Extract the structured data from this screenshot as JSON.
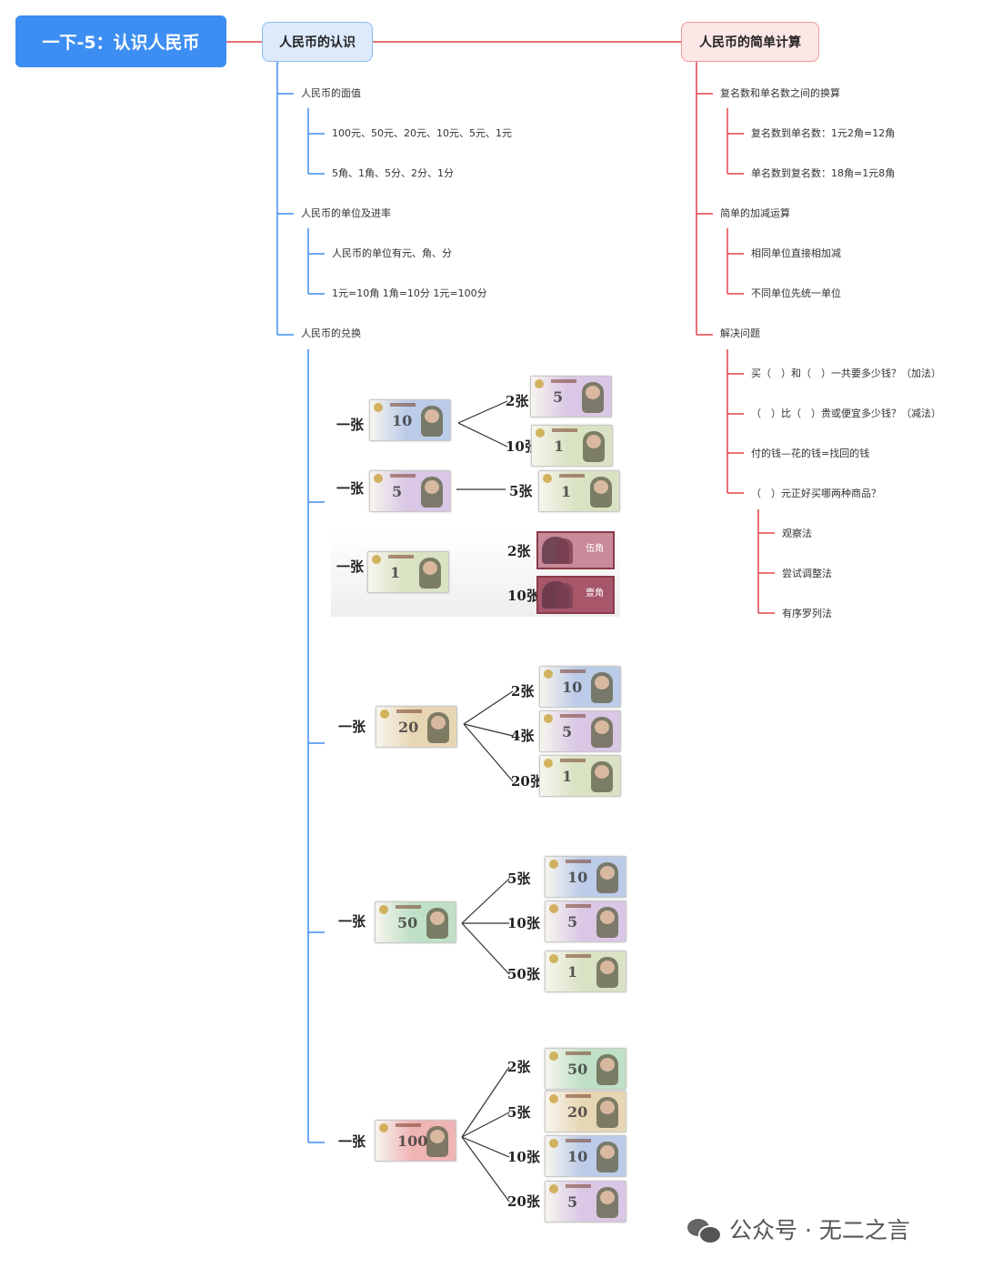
{
  "root": {
    "title": "一下-5：认识人民币"
  },
  "left_branch": {
    "title": "人民币的认识",
    "face_value": {
      "title": "人民币的面值",
      "items": [
        "100元、50元、20元、10元、5元、1元",
        "5角、1角、5分、2分、1分"
      ]
    },
    "units": {
      "title": "人民币的单位及进率",
      "items": [
        "人民币的单位有元、角、分",
        "1元=10角 1角=10分 1元=100分"
      ]
    },
    "exchange": {
      "title": "人民币的兑换",
      "groups": [
        {
          "one_label": "一张",
          "note": "10",
          "targets": [
            {
              "count": "2张",
              "note": "5"
            },
            {
              "count": "10张",
              "note": "1"
            }
          ]
        },
        {
          "one_label": "一张",
          "note": "5",
          "targets": [
            {
              "count": "5张",
              "note": "1"
            }
          ]
        },
        {
          "one_label": "一张",
          "note": "1",
          "targets": [
            {
              "count": "2张",
              "note": "伍角"
            },
            {
              "count": "10张",
              "note": "壹角"
            }
          ]
        },
        {
          "one_label": "一张",
          "note": "20",
          "targets": [
            {
              "count": "2张",
              "note": "10"
            },
            {
              "count": "4张",
              "note": "5"
            },
            {
              "count": "20张",
              "note": "1"
            }
          ]
        },
        {
          "one_label": "一张",
          "note": "50",
          "targets": [
            {
              "count": "5张",
              "note": "10"
            },
            {
              "count": "10张",
              "note": "5"
            },
            {
              "count": "50张",
              "note": "1"
            }
          ]
        },
        {
          "one_label": "一张",
          "note": "100",
          "targets": [
            {
              "count": "2张",
              "note": "50"
            },
            {
              "count": "5张",
              "note": "20"
            },
            {
              "count": "10张",
              "note": "10"
            },
            {
              "count": "20张",
              "note": "5"
            }
          ]
        }
      ]
    }
  },
  "right_branch": {
    "title": "人民币的简单计算",
    "conversion": {
      "title": "复名数和单名数之间的换算",
      "items": [
        "复名数到单名数：1元2角=12角",
        "单名数到复名数：18角=1元8角"
      ]
    },
    "add_sub": {
      "title": "简单的加减运算",
      "items": [
        "相同单位直接相加减",
        "不同单位先统一单位"
      ]
    },
    "problems": {
      "title": "解决问题",
      "items": [
        "买（　）和（　）一共要多少钱？（加法）",
        "（　）比（　）贵或便宜多少钱？（减法）",
        "付的钱—花的钱=找回的钱",
        "（　）元正好买哪两种商品？"
      ],
      "methods": [
        "观察法",
        "尝试调整法",
        "有序罗列法"
      ]
    }
  },
  "colors": {
    "root": "#3d8ef2",
    "blue_line": "#3d8ef2",
    "red_line": "#e0444a"
  },
  "bill_colors": {
    "100": "#efb4b4",
    "50": "#bfe0c6",
    "20": "#e7d6b4",
    "10": "#bccbe8",
    "5": "#d9c7e5",
    "1": "#d9e2c2",
    "伍角": "#c98a9a",
    "壹角": "#a8576b"
  },
  "watermark": {
    "text": "公众号 · 无二之言",
    "icon": "wechat-icon"
  }
}
